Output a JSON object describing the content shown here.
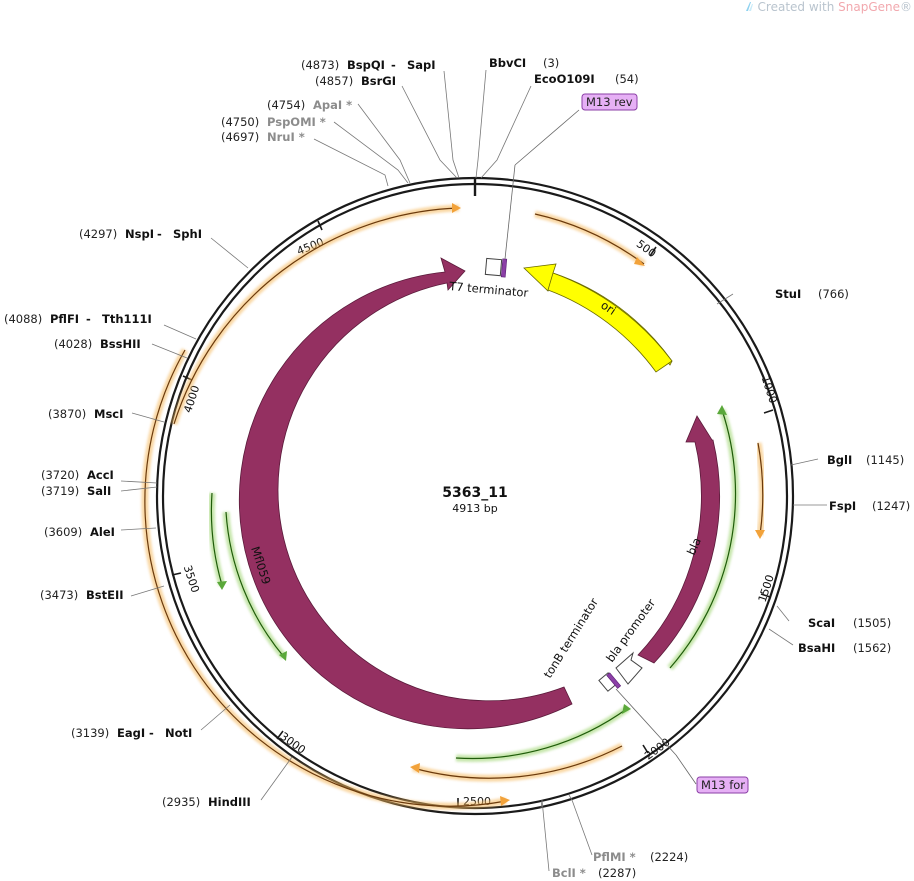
{
  "watermark": {
    "prefix": "Created with ",
    "brand": "SnapGene",
    "suffix": "®"
  },
  "plasmid": {
    "name": "5363_11",
    "length_label": "4913 bp",
    "length": 4913
  },
  "ticks": [
    "500",
    "1000",
    "1500",
    "2000",
    "2500",
    "3000",
    "3500",
    "4000",
    "4500"
  ],
  "sites": [
    {
      "num": "(4873)",
      "name": "BspQI",
      "sep": " - ",
      "name2": "SapI",
      "dim": false
    },
    {
      "num": "(4857)",
      "name": "BsrGI",
      "dim": false
    },
    {
      "num": "(4754)",
      "name": "ApaI *",
      "dim": true
    },
    {
      "num": "(4750)",
      "name": "PspOMI *",
      "dim": true
    },
    {
      "num": "(4697)",
      "name": "NruI *",
      "dim": true
    },
    {
      "num": "(3)",
      "name": "BbvCI",
      "dim": false
    },
    {
      "num": "(54)",
      "name": "EcoO109I",
      "dim": false
    },
    {
      "num": "(4297)",
      "name": "NspI",
      "sep": " - ",
      "name2": "SphI",
      "dim": false
    },
    {
      "num": "(4088)",
      "name": "PflFI",
      "sep": " - ",
      "name2": "Tth111I",
      "dim": false
    },
    {
      "num": "(4028)",
      "name": "BssHII",
      "dim": false
    },
    {
      "num": "(3870)",
      "name": "MscI",
      "dim": false
    },
    {
      "num": "(3720)",
      "name": "AccI",
      "dim": false
    },
    {
      "num": "(3719)",
      "name": "SalI",
      "dim": false
    },
    {
      "num": "(3609)",
      "name": "AleI",
      "dim": false
    },
    {
      "num": "(3473)",
      "name": "BstEII",
      "dim": false
    },
    {
      "num": "(3139)",
      "name": "EagI",
      "sep": " - ",
      "name2": "NotI",
      "dim": false
    },
    {
      "num": "(2935)",
      "name": "HindIII",
      "dim": false
    },
    {
      "num": "(766)",
      "name": "StuI",
      "dim": false
    },
    {
      "num": "(1145)",
      "name": "BglI",
      "dim": false
    },
    {
      "num": "(1247)",
      "name": "FspI",
      "dim": false
    },
    {
      "num": "(1505)",
      "name": "ScaI",
      "dim": false
    },
    {
      "num": "(1562)",
      "name": "BsaHI",
      "dim": false
    },
    {
      "num": "(2224)",
      "name": "PflMI *",
      "dim": true
    },
    {
      "num": "(2287)",
      "name": "BclI *",
      "dim": true
    }
  ],
  "features": {
    "t7_terminator": "T7 terminator",
    "ori": "ori",
    "bla": "bla",
    "bla_promoter": "bla promoter",
    "tonb_terminator": "tonB terminator",
    "mfl059": "Mfl059"
  },
  "primers": {
    "m13_rev": "M13 rev",
    "m13_for": "M13 for"
  },
  "colors": {
    "backbone": "#1a1a1a",
    "cds": "#943061",
    "ori": "#ffff00",
    "primer_fill": "#e6b0f5",
    "primer_stroke": "#8b3fa6",
    "orange_orf": "#f5b85c",
    "green_orf": "#9ad36a"
  }
}
